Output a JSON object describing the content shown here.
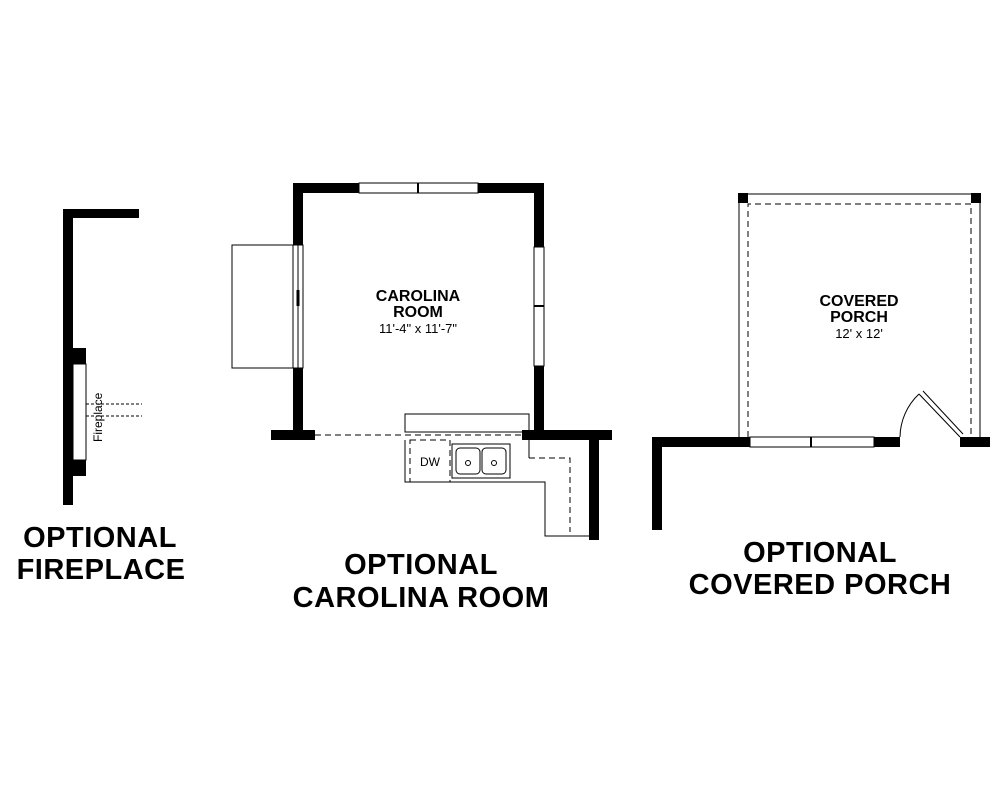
{
  "fireplace": {
    "label": "Fireplace",
    "title_line1": "OPTIONAL",
    "title_line2": "FIREPLACE"
  },
  "carolina_room": {
    "name_line1": "CAROLINA",
    "name_line2": "ROOM",
    "dimensions": "11'-4\" x 11'-7\"",
    "dw_label": "DW",
    "title_line1": "OPTIONAL",
    "title_line2": "CAROLINA ROOM"
  },
  "covered_porch": {
    "name_line1": "COVERED",
    "name_line2": "PORCH",
    "dimensions": "12' x 12'",
    "title_line1": "OPTIONAL",
    "title_line2": "COVERED PORCH"
  },
  "colors": {
    "line": "#000000",
    "background": "#ffffff"
  }
}
